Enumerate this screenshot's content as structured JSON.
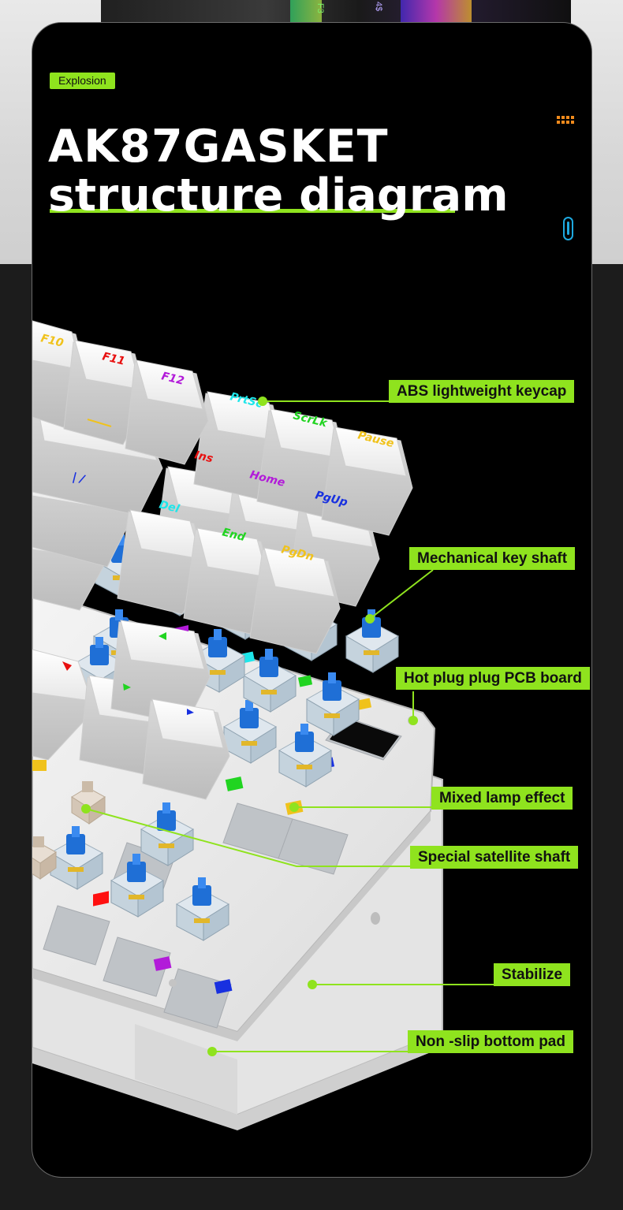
{
  "tag": "Explosion",
  "title": {
    "line1": "AK87GASKET",
    "line2": "structure diagram"
  },
  "icons": {
    "menu": "dots-grid-icon",
    "scroll": "scroll-indicator-icon"
  },
  "colors": {
    "accent": "#8fe31e",
    "background": "#000000",
    "orange": "#f08a1c",
    "cyan": "#1ea9e0"
  },
  "callouts": [
    "ABS lightweight keycap",
    "Mechanical key shaft",
    "Hot plug plug PCB board",
    "Mixed lamp effect",
    "Special satellite shaft",
    "Stabilize",
    "Non -slip bottom pad"
  ],
  "keycaps": {
    "f10": "F10",
    "f11": "F11",
    "f12": "F12",
    "prtsc": "PrtSc",
    "scrlk": "ScrLk",
    "pause": "Pause",
    "ins": "Ins",
    "home": "Home",
    "pgup": "PgUp",
    "del": "Del",
    "end": "End",
    "pgdn": "PgDn",
    "backslash": "| /"
  },
  "top_strip_keys": [
    "F3",
    "4$"
  ]
}
